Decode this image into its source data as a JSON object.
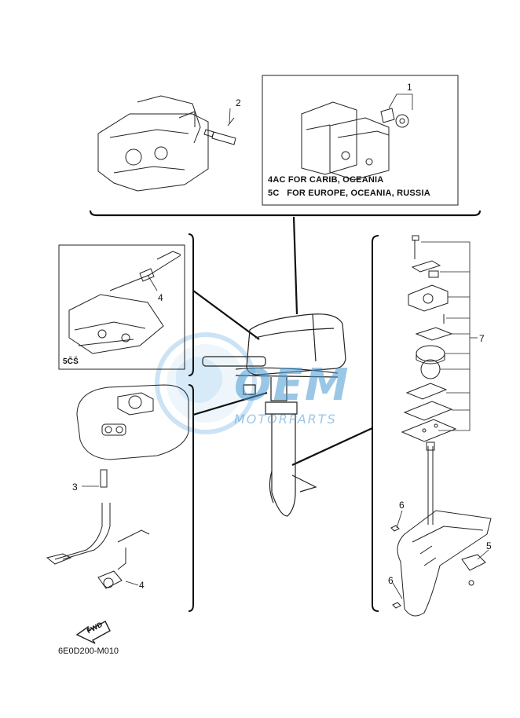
{
  "callouts": {
    "c1": "1",
    "c2": "2",
    "c3": "3",
    "c4a": "4",
    "c4b": "4",
    "c5": "5",
    "c6a": "6",
    "c6b": "6",
    "c7": "7"
  },
  "notes": {
    "line1": "4AC FOR CARIB, OCEANIA",
    "line2": "5C   FOR EUROPE, OCEANIA, RUSSIA",
    "inset_code": "5ČŠ"
  },
  "fwd_label": "FWD",
  "diagram_code": "6E0D200-M010",
  "watermark": {
    "brand": "OEM",
    "sub": "MOTORPARTS",
    "color": "#4a9ad4"
  }
}
